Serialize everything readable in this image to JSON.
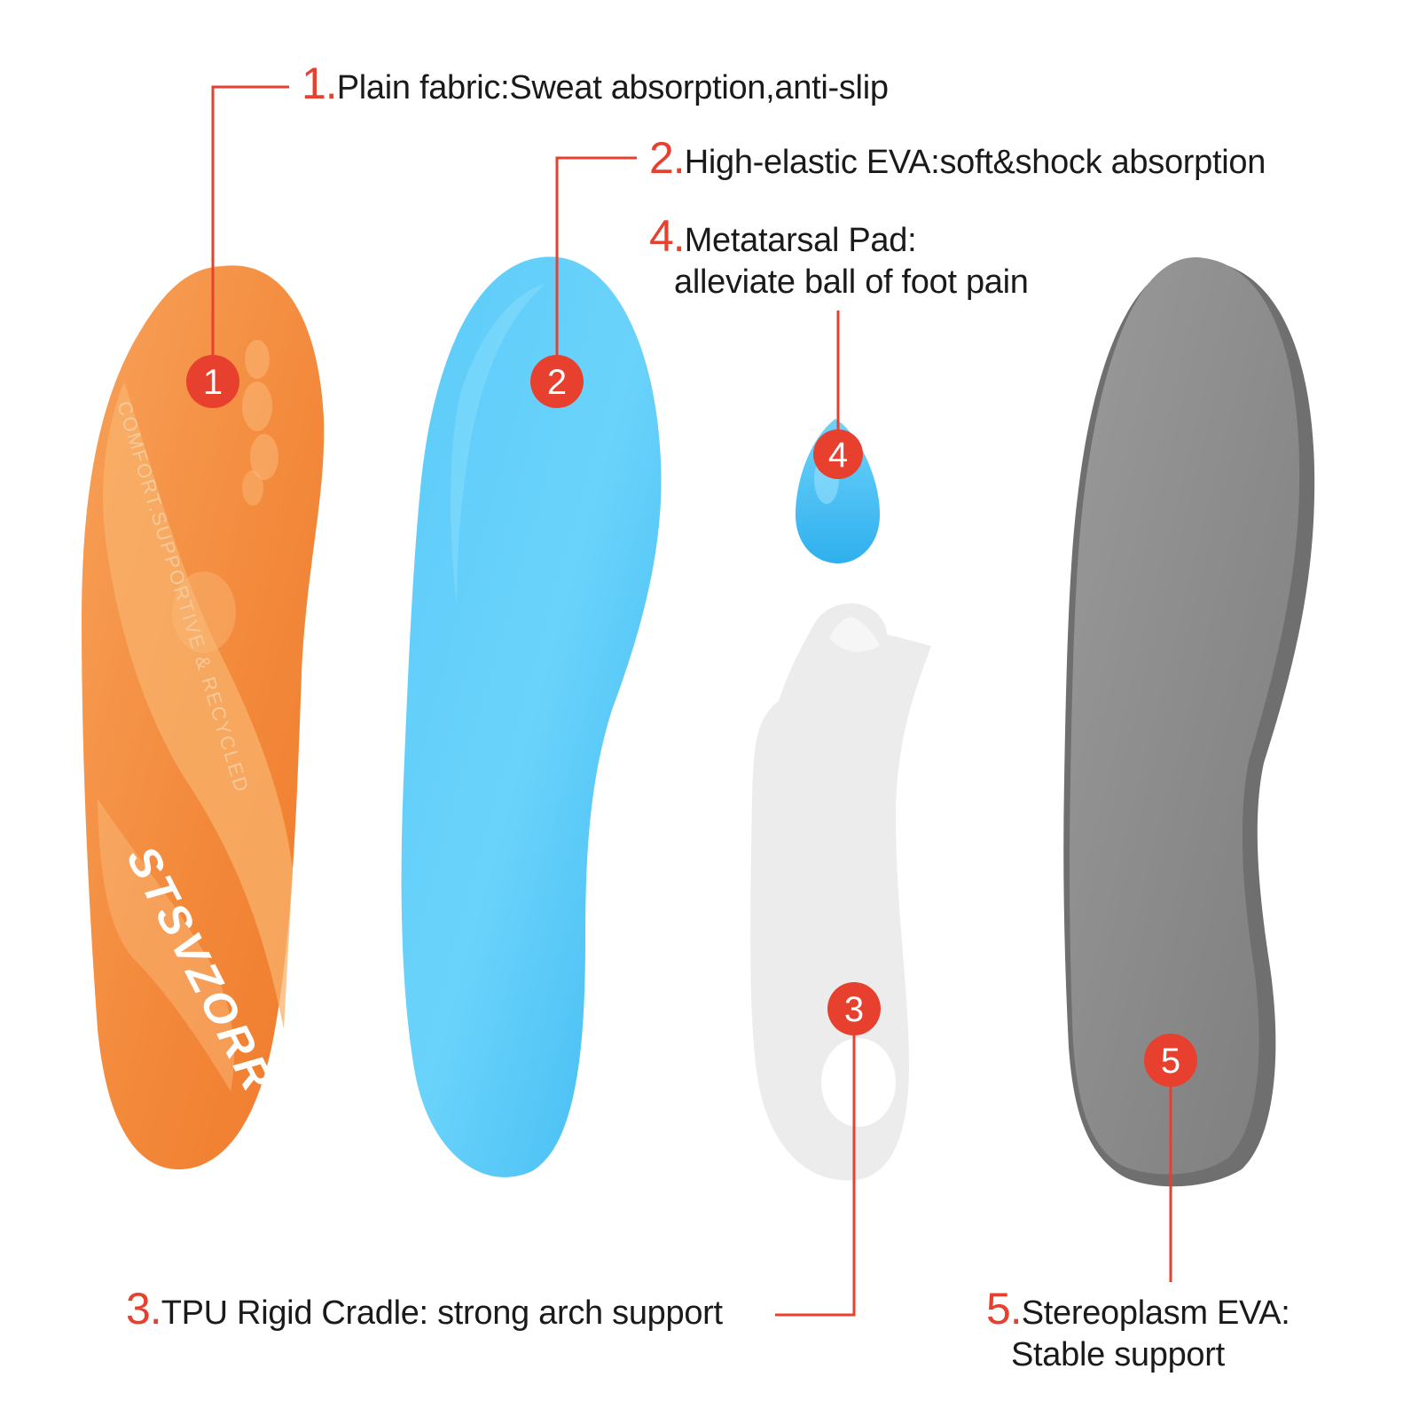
{
  "labels": [
    {
      "id": "1",
      "num": "1.",
      "text": "Plain fabric:Sweat absorption,anti-slip"
    },
    {
      "id": "2",
      "num": "2.",
      "text": "High-elastic EVA:soft&shock absorption"
    },
    {
      "id": "4",
      "num": "4.",
      "text": "Metatarsal Pad:",
      "sub": "alleviate ball of foot pain"
    },
    {
      "id": "3",
      "num": "3.",
      "text": "TPU Rigid Cradle: strong arch support"
    },
    {
      "id": "5",
      "num": "5.",
      "text": "Stereoplasm EVA:",
      "sub": "Stable support"
    }
  ],
  "badges": {
    "b1": "1",
    "b2": "2",
    "b3": "3",
    "b4": "4",
    "b5": "5"
  },
  "insole_print": {
    "brand": "STSVZORR",
    "tagline": "COMFORT.SUPPORTIVE & RECYCLED"
  },
  "colors": {
    "accent_red": "#e8402f",
    "orange_layer": "#f38a3d",
    "blue_layer": "#4fc3f7",
    "tpu_layer": "#ececec",
    "gray_layer": "#8a8a8a"
  }
}
